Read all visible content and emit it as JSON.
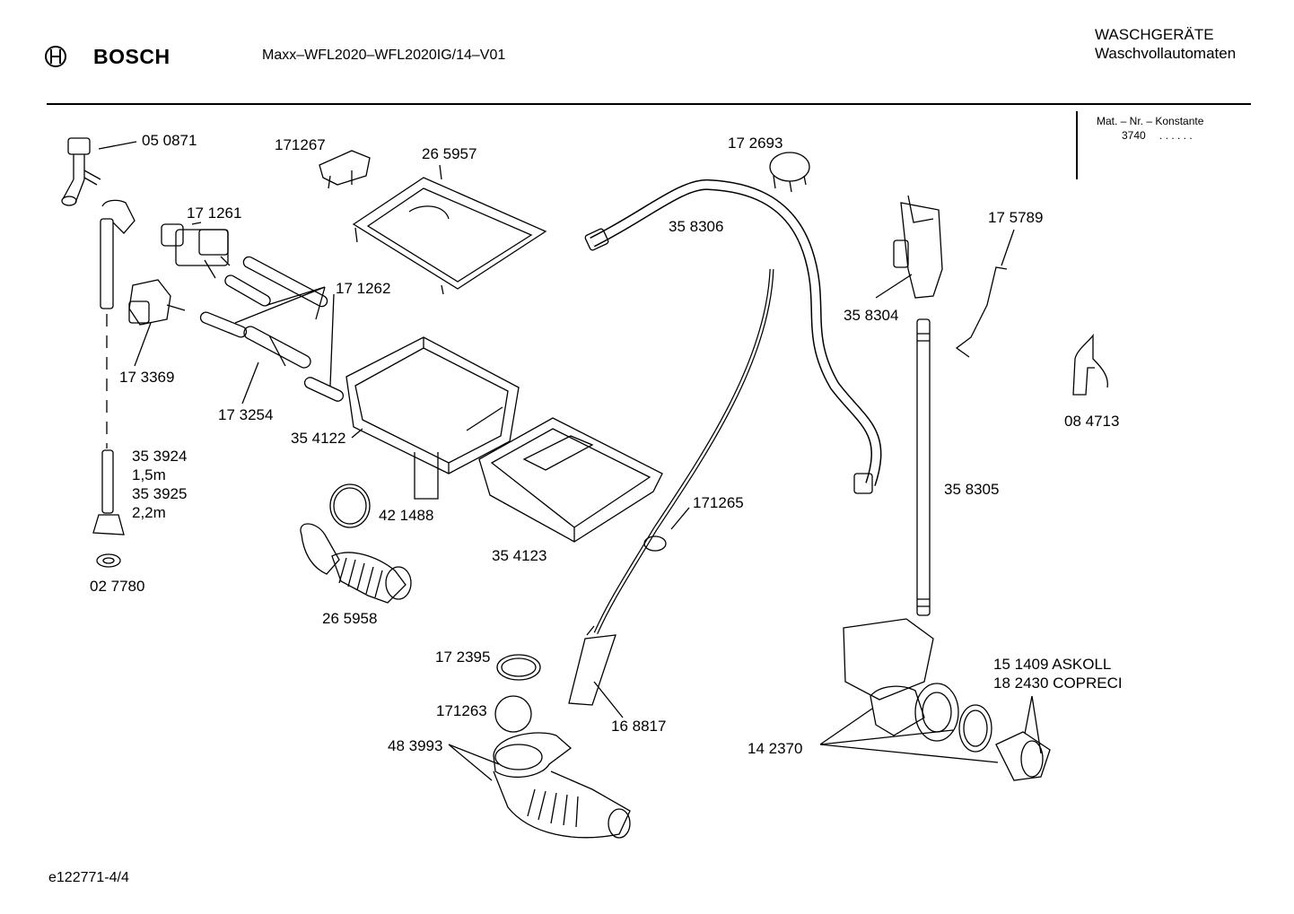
{
  "header": {
    "brand": "BOSCH",
    "model": "Maxx–WFL2020–WFL2020IG/14–V01",
    "category_line1": "WASCHGERÄTE",
    "category_line2": "Waschvollautomaten",
    "mat_label": "Mat. – Nr. – Konstante",
    "mat_value": "3740",
    "mat_dots": ". .   . . . ."
  },
  "footer": {
    "doc_id": "e122771-4/4"
  },
  "parts": {
    "p050871": "05 0871",
    "p171267": "171267",
    "p265957": "26 5957",
    "p172693": "17 2693",
    "p171261": "17 1261",
    "p358306": "35 8306",
    "p175789": "17 5789",
    "p171262": "17 1262",
    "p358304": "35 8304",
    "p173369": "17 3369",
    "p173254": "17 3254",
    "p354122": "35 4122",
    "p084713": "08 4713",
    "p353924": "35 3924",
    "len15": "1,5m",
    "p353925": "35 3925",
    "len22": "2,2m",
    "p358305": "35 8305",
    "p171265": "171265",
    "p421488": "42 1488",
    "p354123": "35 4123",
    "p027780": "02 7780",
    "p265958": "26 5958",
    "p172395": "17 2395",
    "p151409": "15 1409  ASKOLL",
    "p182430": "18 2430  COPRECI",
    "p171263": "171263",
    "p168817": "16 8817",
    "p483993": "48 3993",
    "p142370": "14 2370"
  }
}
